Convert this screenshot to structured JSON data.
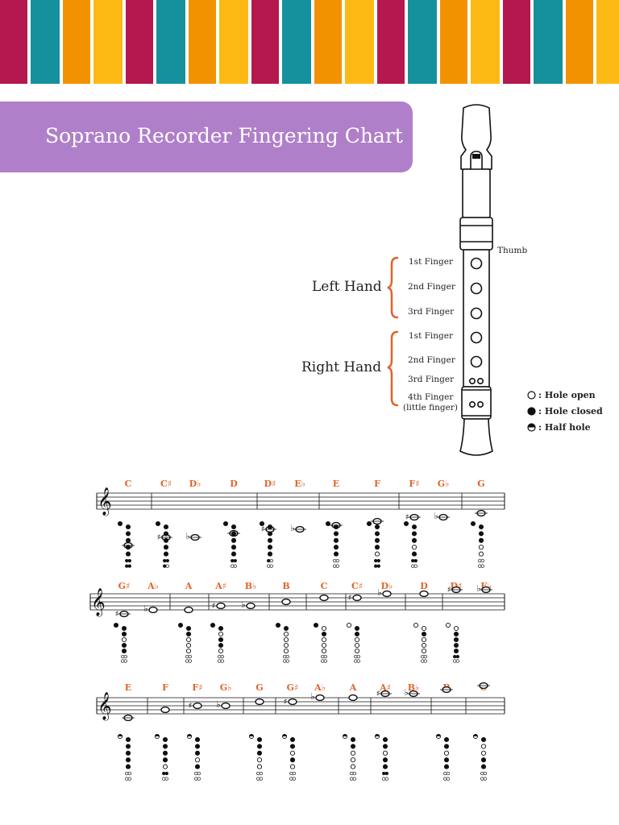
{
  "colors": {
    "stripes": [
      "#b5184f",
      "#15919e",
      "#f39200",
      "#fdb913"
    ],
    "banner": "#b07fc9",
    "accent": "#e2632a"
  },
  "header": {
    "title": "Soprano Recorder Fingering Chart"
  },
  "diagram": {
    "thumb_label": "Thumb",
    "left_hand_label": "Left Hand",
    "right_hand_label": "Right Hand",
    "left_fingers": [
      "1st Finger",
      "2nd Finger",
      "3rd Finger"
    ],
    "right_fingers": [
      "1st Finger",
      "2nd Finger",
      "3rd Finger",
      "4th Finger",
      "(little finger)"
    ]
  },
  "legend": {
    "open": ": Hole open",
    "closed": ": Hole closed",
    "half": ": Half hole"
  },
  "rows": [
    {
      "notes": [
        {
          "name": "C",
          "fingering": [
            "c",
            "c",
            "c",
            "c",
            "c",
            "c",
            "cc",
            "cc"
          ]
        },
        {
          "name": "C♯",
          "fingering": [
            "c",
            "c",
            "c",
            "c",
            "c",
            "c",
            "cc",
            "co"
          ]
        },
        {
          "name": "D♭",
          "fingering": null
        },
        {
          "name": "D",
          "fingering": [
            "c",
            "c",
            "c",
            "c",
            "c",
            "c",
            "cc",
            "oo"
          ]
        },
        {
          "name": "D♯",
          "fingering": [
            "c",
            "c",
            "c",
            "c",
            "c",
            "c",
            "co",
            "oo"
          ]
        },
        {
          "name": "E♭",
          "fingering": null
        },
        {
          "name": "E",
          "fingering": [
            "c",
            "c",
            "c",
            "c",
            "c",
            "c",
            "oo",
            "oo"
          ]
        },
        {
          "name": "F",
          "fingering": [
            "c",
            "c",
            "c",
            "c",
            "c",
            "o",
            "cc",
            "cc"
          ]
        },
        {
          "name": "F♯",
          "fingering": [
            "c",
            "c",
            "c",
            "c",
            "o",
            "c",
            "cc",
            "oo"
          ]
        },
        {
          "name": "G♭",
          "fingering": null
        },
        {
          "name": "G",
          "fingering": [
            "c",
            "c",
            "c",
            "c",
            "o",
            "o",
            "oo",
            "oo"
          ]
        }
      ]
    },
    {
      "notes": [
        {
          "name": "G♯",
          "fingering": [
            "c",
            "c",
            "c",
            "o",
            "c",
            "c",
            "oo",
            "oo"
          ]
        },
        {
          "name": "A♭",
          "fingering": null
        },
        {
          "name": "A",
          "fingering": [
            "c",
            "c",
            "c",
            "o",
            "o",
            "o",
            "oo",
            "oo"
          ]
        },
        {
          "name": "A♯",
          "fingering": [
            "c",
            "c",
            "o",
            "c",
            "c",
            "o",
            "oo",
            "oo"
          ]
        },
        {
          "name": "B♭",
          "fingering": null
        },
        {
          "name": "B",
          "fingering": [
            "c",
            "c",
            "o",
            "o",
            "o",
            "o",
            "oo",
            "oo"
          ]
        },
        {
          "name": "C",
          "fingering": [
            "c",
            "o",
            "c",
            "o",
            "o",
            "o",
            "oo",
            "oo"
          ]
        },
        {
          "name": "C♯",
          "fingering": [
            "o",
            "c",
            "c",
            "o",
            "o",
            "o",
            "oo",
            "oo"
          ]
        },
        {
          "name": "D♭",
          "fingering": null
        },
        {
          "name": "D",
          "fingering": [
            "o",
            "o",
            "c",
            "o",
            "o",
            "o",
            "oo",
            "oo"
          ]
        },
        {
          "name": "D♯",
          "fingering": [
            "o",
            "o",
            "c",
            "c",
            "c",
            "c",
            "cc",
            "oo"
          ]
        },
        {
          "name": "E♭",
          "fingering": null
        }
      ]
    },
    {
      "notes": [
        {
          "name": "E",
          "fingering": [
            "h",
            "c",
            "c",
            "c",
            "c",
            "c",
            "oo",
            "oo"
          ]
        },
        {
          "name": "F",
          "fingering": [
            "h",
            "c",
            "c",
            "c",
            "c",
            "o",
            "cc",
            "oo"
          ]
        },
        {
          "name": "F♯",
          "fingering": [
            "h",
            "c",
            "c",
            "c",
            "o",
            "c",
            "oo",
            "oo"
          ]
        },
        {
          "name": "G♭",
          "fingering": null
        },
        {
          "name": "G",
          "fingering": [
            "h",
            "c",
            "c",
            "c",
            "o",
            "o",
            "oo",
            "oo"
          ]
        },
        {
          "name": "G♯",
          "fingering": [
            "h",
            "c",
            "c",
            "o",
            "c",
            "o",
            "oo",
            "oo"
          ]
        },
        {
          "name": "A♭",
          "fingering": null
        },
        {
          "name": "A",
          "fingering": [
            "h",
            "c",
            "c",
            "o",
            "o",
            "o",
            "oo",
            "oo"
          ]
        },
        {
          "name": "A♯",
          "fingering": [
            "h",
            "c",
            "c",
            "o",
            "c",
            "c",
            "cc",
            "oo"
          ]
        },
        {
          "name": "B♭",
          "fingering": null
        },
        {
          "name": "B",
          "fingering": [
            "h",
            "c",
            "c",
            "o",
            "c",
            "c",
            "oo",
            "oo"
          ]
        },
        {
          "name": "C",
          "fingering": [
            "h",
            "c",
            "o",
            "o",
            "c",
            "c",
            "oo",
            "oo"
          ]
        }
      ]
    }
  ]
}
